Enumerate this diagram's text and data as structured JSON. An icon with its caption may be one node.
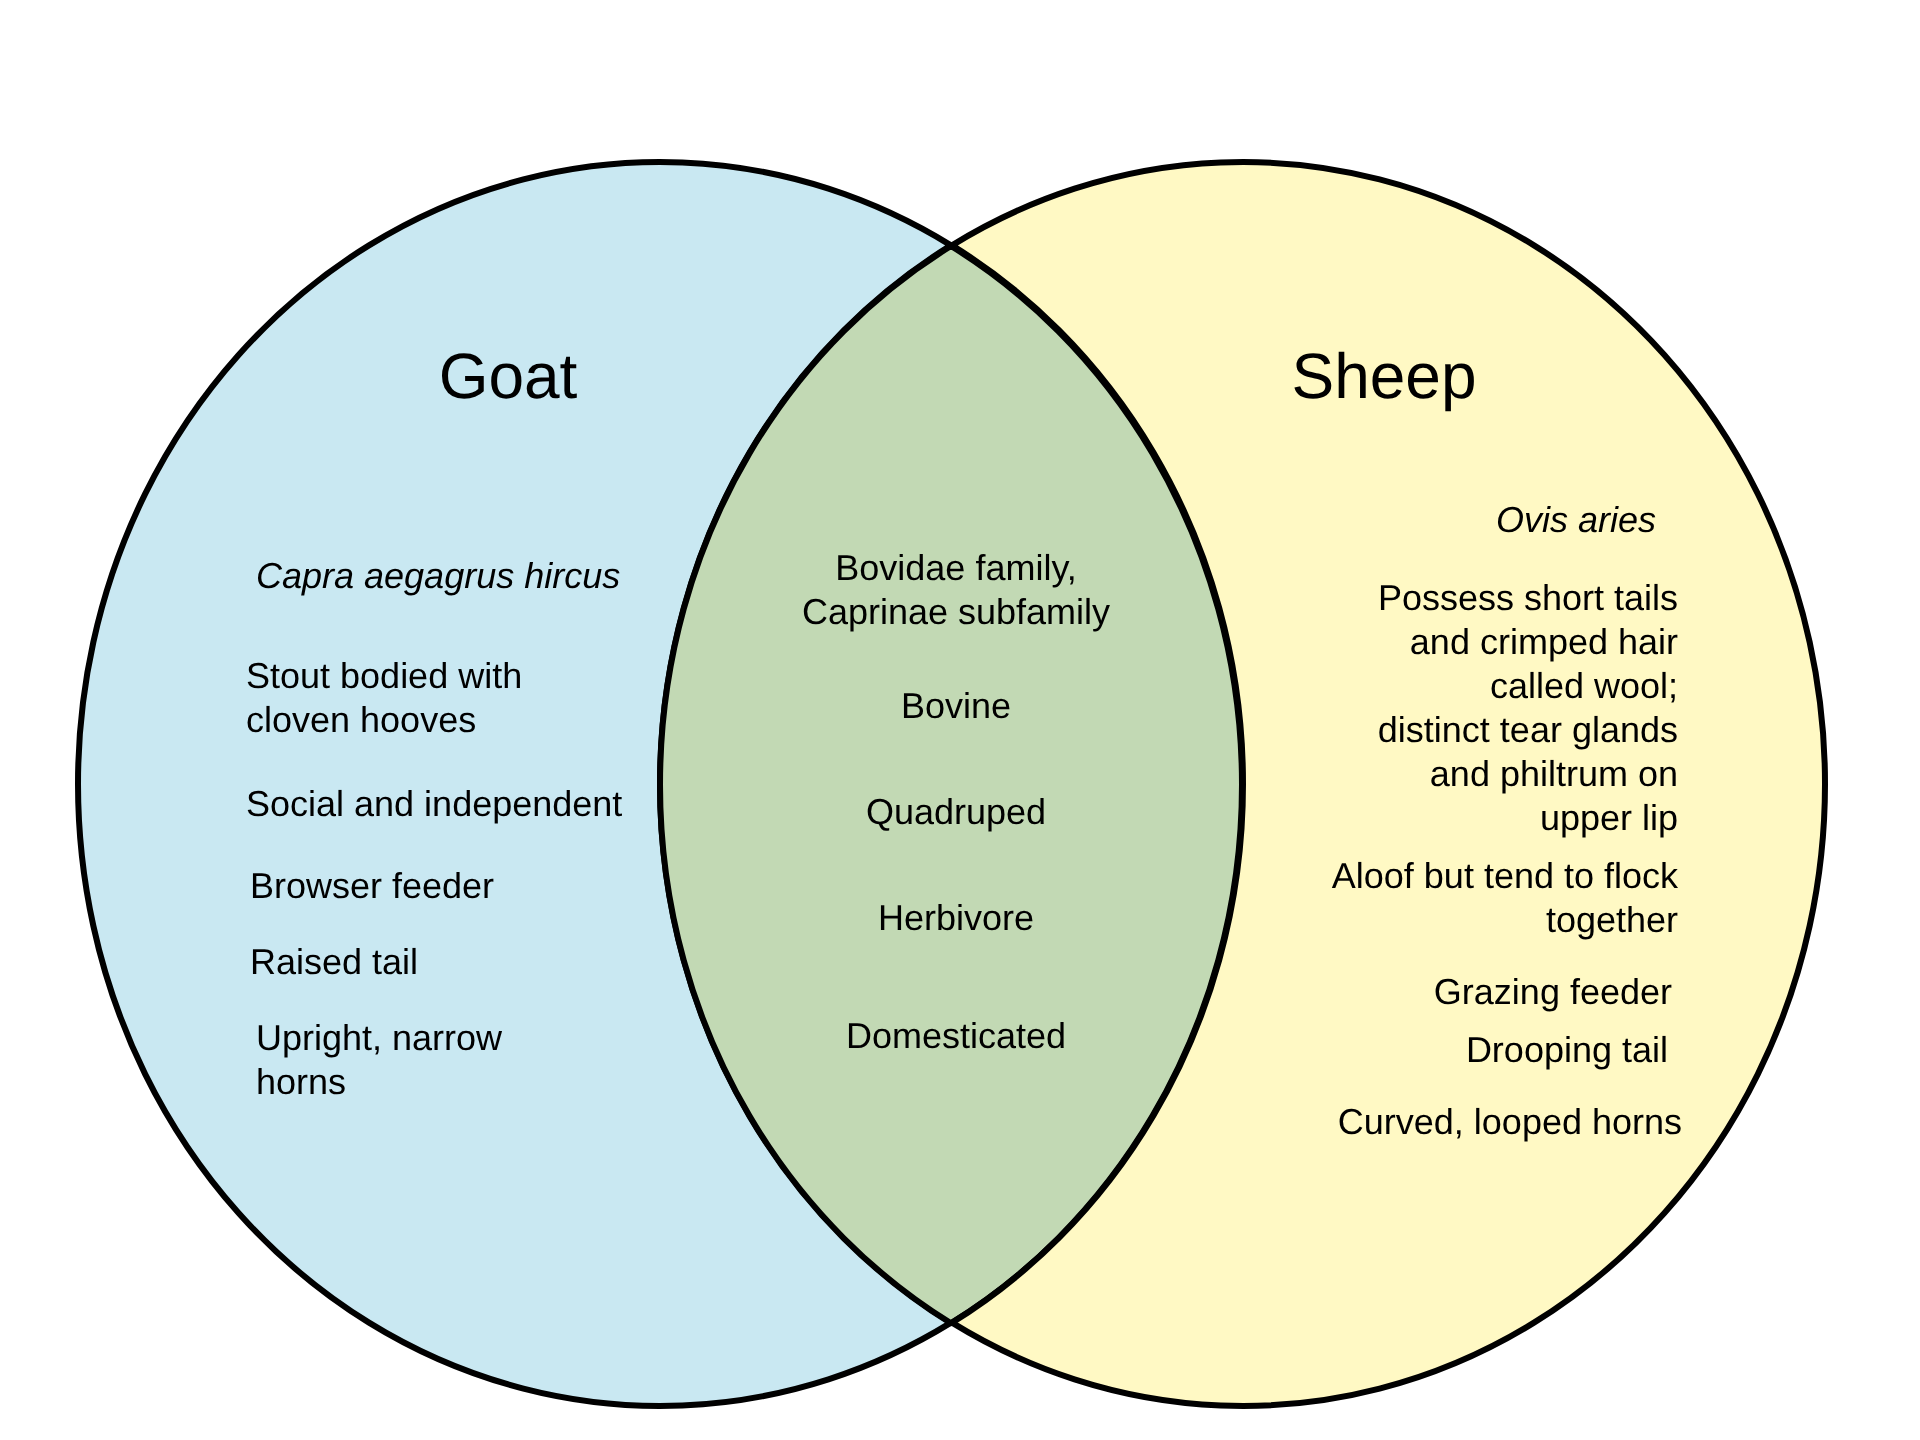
{
  "diagram": {
    "nodes": [
      {
        "text": [
          "Goat",
          "Capra aegagrus hircus",
          "Stout bodied with cloven hooves",
          "Social and independent",
          "Browser feeder",
          "Raised tail",
          "Upright, narrow horns"
        ]
      },
      {
        "text": [
          "Bovidae family, Caprinae subfamily",
          "Bovine",
          "Quadruped",
          "Herbivore",
          "Domesticated"
        ]
      },
      {
        "text": [
          "Sheep",
          "Ovis aries",
          "Possess short tails and crimped hair called wool; distinct tear glands and philtrum on upper lip",
          "Aloof but tend to flock together",
          "Grazing feeder",
          "Drooping tail",
          "Curved, looped horns"
        ]
      }
    ]
  }
}
